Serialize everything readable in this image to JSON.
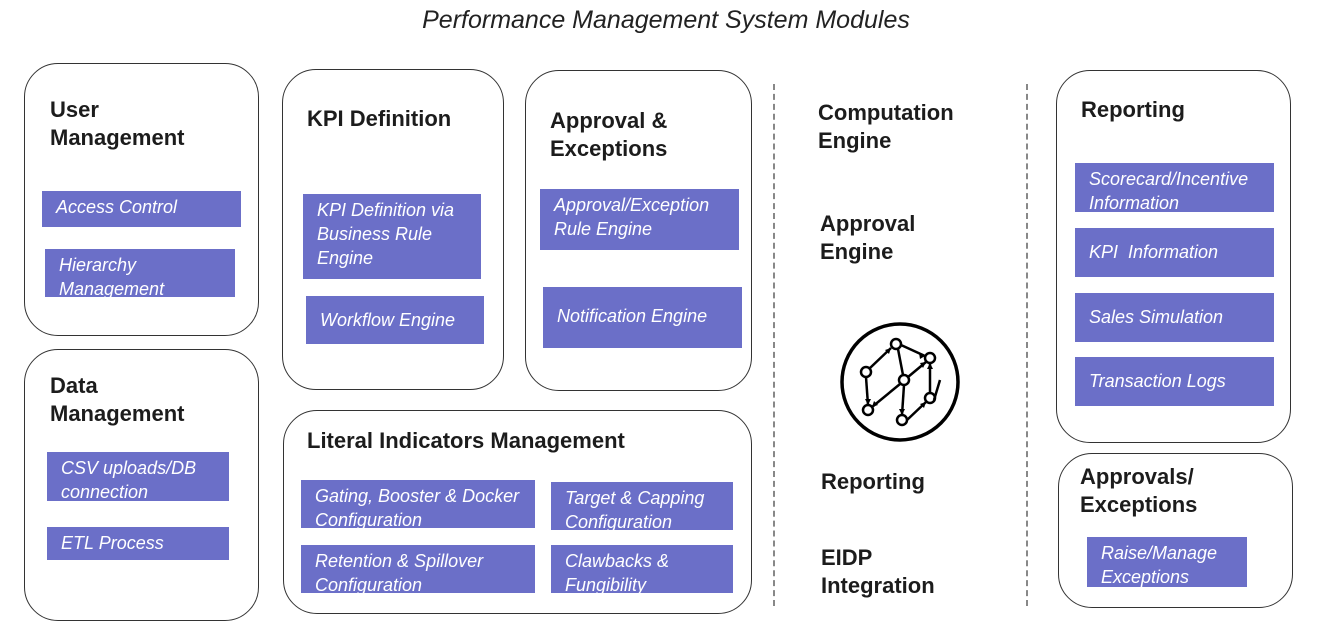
{
  "title": "Performance Management System Modules",
  "panels": {
    "user_management": {
      "title": "User\nManagement",
      "items": [
        "Access Control",
        "Hierarchy\nManagement"
      ]
    },
    "data_management": {
      "title": "Data\nManagement",
      "items": [
        "CSV uploads/DB\nconnection",
        "ETL Process"
      ]
    },
    "kpi_definition": {
      "title": "KPI Definition",
      "items": [
        "KPI Definition via\nBusiness Rule\nEngine",
        "Workflow Engine"
      ]
    },
    "approval_exceptions": {
      "title": "Approval &\nExceptions",
      "items": [
        "Approval/Exception\nRule Engine",
        "Notification Engine"
      ]
    },
    "literal_indicators": {
      "title": "Literal Indicators Management",
      "items": [
        "Gating, Booster & Docker\nConfiguration",
        "Target & Capping\nConfiguration",
        "Retention & Spillover\nConfiguration",
        "Clawbacks &\nFungibility"
      ]
    },
    "reporting": {
      "title": "Reporting",
      "items": [
        "Scorecard/Incentive\nInformation",
        "KPI  Information",
        "Sales Simulation",
        "Transaction Logs"
      ]
    },
    "approvals_exceptions_2": {
      "title": "Approvals/\nExceptions",
      "items": [
        "Raise/Manage\nExceptions"
      ]
    }
  },
  "engines": [
    "Computation\nEngine",
    "Approval\nEngine",
    "Reporting",
    "EIDP\nIntegration"
  ],
  "icon": "network-graph-icon",
  "colors": {
    "chip": "#6b6fc8",
    "border": "#333333",
    "text": "#1c1c1c"
  }
}
